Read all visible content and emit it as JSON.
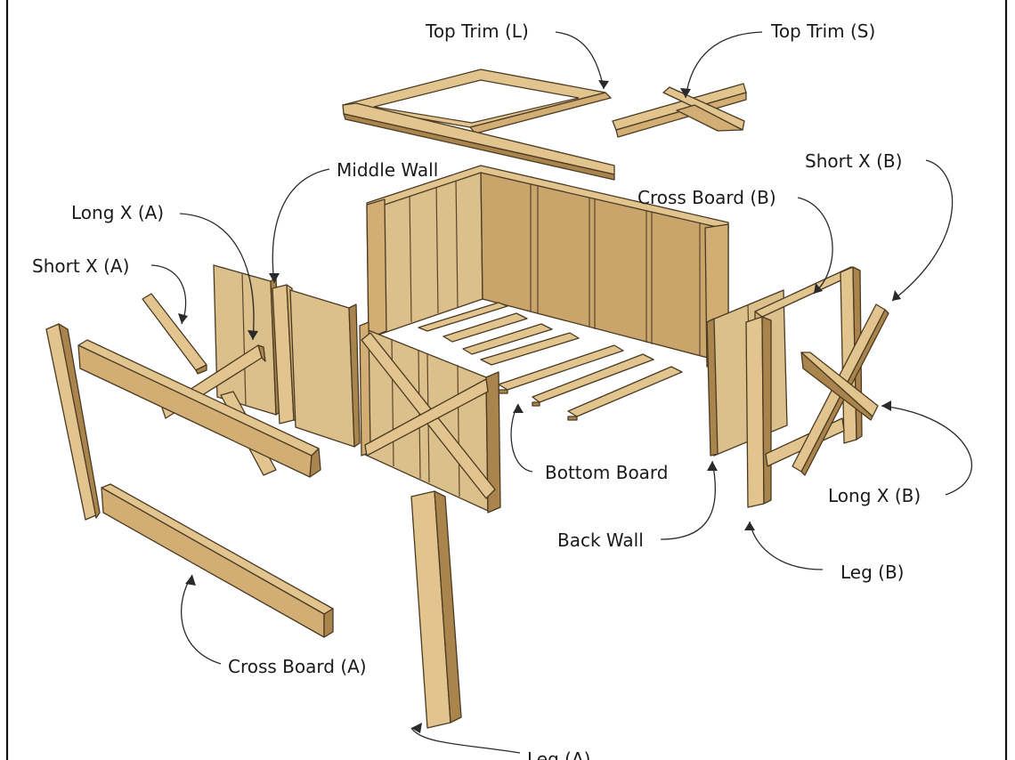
{
  "diagram": {
    "labels": {
      "top_trim_l": "Top Trim (L)",
      "top_trim_s": "Top Trim (S)",
      "middle_wall": "Middle Wall",
      "short_x_b": "Short X (B)",
      "long_x_a": "Long X (A)",
      "cross_board_b": "Cross Board (B)",
      "short_x_a": "Short X (A)",
      "bottom_board": "Bottom Board",
      "long_x_b": "Long X (B)",
      "back_wall": "Back Wall",
      "leg_b": "Leg (B)",
      "cross_board_a": "Cross Board (A)",
      "leg_a": "Leg (A)"
    },
    "colors": {
      "wood": "#d2ae74",
      "wood_light": "#e2c48e",
      "wood_dark": "#a9844c",
      "outline": "#4a3a22",
      "frame": "#111111",
      "label": "#1a1a1a"
    }
  }
}
